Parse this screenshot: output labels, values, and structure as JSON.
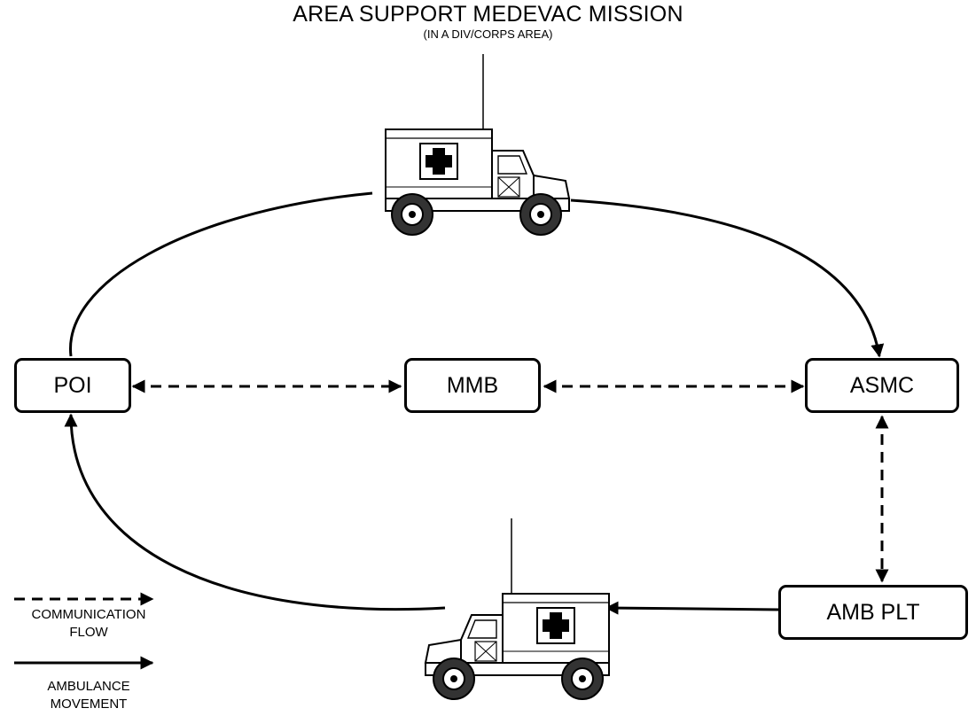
{
  "title": "AREA SUPPORT MEDEVAC MISSION",
  "subtitle": "(IN A DIV/CORPS AREA)",
  "nodes": {
    "poi": "POI",
    "mmb": "MMB",
    "asmc": "ASMC",
    "amb_plt": "AMB PLT"
  },
  "legend": {
    "communication_line1": "COMMUNICATION",
    "communication_line2": "FLOW",
    "ambulance_line1": "AMBULANCE",
    "ambulance_line2": "MOVEMENT"
  },
  "vehicles": [
    "ambulance-top-icon",
    "ambulance-bottom-icon"
  ],
  "colors": {
    "line": "#000000",
    "background": "#ffffff"
  }
}
